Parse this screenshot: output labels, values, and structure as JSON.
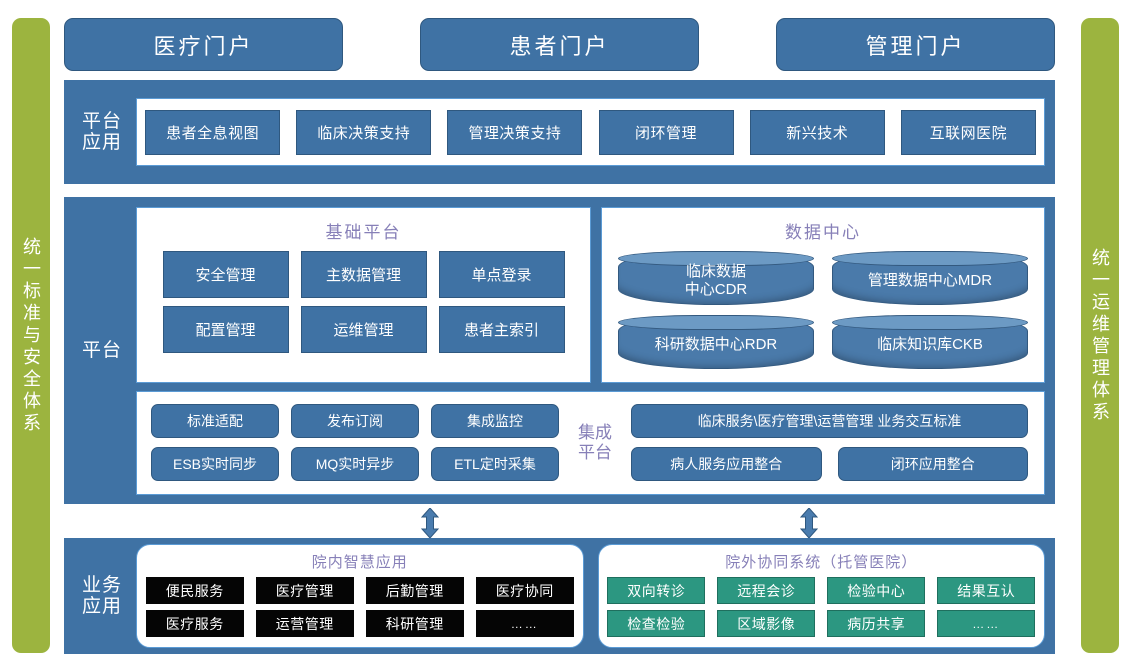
{
  "side_bars": {
    "left": {
      "text": "统一标准与安全体系",
      "color": "#9cb43f"
    },
    "right": {
      "text": "统一运维管理体系",
      "color": "#9cb43f"
    }
  },
  "portals": [
    {
      "label": "医疗门户"
    },
    {
      "label": "患者门户"
    },
    {
      "label": "管理门户"
    }
  ],
  "layers": {
    "platform_apps": {
      "label": "平台\n应用",
      "label_line1": "平台",
      "label_line2": "应用",
      "items": [
        {
          "label": "患者全息视图"
        },
        {
          "label": "临床决策支持"
        },
        {
          "label": "管理决策支持"
        },
        {
          "label": "闭环管理"
        },
        {
          "label": "新兴技术"
        },
        {
          "label": "互联网医院"
        }
      ]
    },
    "platform": {
      "label": "平台",
      "basic_platform": {
        "title": "基础平台",
        "items": [
          {
            "label": "安全管理"
          },
          {
            "label": "主数据管理"
          },
          {
            "label": "单点登录"
          },
          {
            "label": "配置管理"
          },
          {
            "label": "运维管理"
          },
          {
            "label": "患者主索引"
          }
        ]
      },
      "data_center": {
        "title": "数据中心",
        "items": [
          {
            "label": "临床数据\n中心CDR",
            "line1": "临床数据",
            "line2": "中心CDR"
          },
          {
            "label": "管理数据中心MDR",
            "line1": "管理数据中心MDR",
            "line2": ""
          },
          {
            "label": "科研数据中心RDR",
            "line1": "科研数据中心RDR",
            "line2": ""
          },
          {
            "label": "临床知识库CKB",
            "line1": "临床知识库CKB",
            "line2": ""
          }
        ]
      },
      "integration": {
        "label_line1": "集成",
        "label_line2": "平台",
        "left_items": [
          {
            "label": "标准适配"
          },
          {
            "label": "发布订阅"
          },
          {
            "label": "集成监控"
          },
          {
            "label": "ESB实时同步"
          },
          {
            "label": "MQ实时异步"
          },
          {
            "label": "ETL定时采集"
          }
        ],
        "right_items": [
          {
            "label": "临床服务\\医疗管理\\运营管理 业务交互标准"
          },
          {
            "label": "病人服务应用整合"
          },
          {
            "label": "闭环应用整合"
          }
        ]
      }
    },
    "business_apps": {
      "label_line1": "业务",
      "label_line2": "应用",
      "internal": {
        "title": "院内智慧应用",
        "items": [
          {
            "label": "便民服务"
          },
          {
            "label": "医疗管理"
          },
          {
            "label": "后勤管理"
          },
          {
            "label": "医疗协同"
          },
          {
            "label": "医疗服务"
          },
          {
            "label": "运营管理"
          },
          {
            "label": "科研管理"
          },
          {
            "label": "……"
          }
        ]
      },
      "external": {
        "title": "院外协同系统（托管医院）",
        "items": [
          {
            "label": "双向转诊"
          },
          {
            "label": "远程会诊"
          },
          {
            "label": "检验中心"
          },
          {
            "label": "结果互认"
          },
          {
            "label": "检查检验"
          },
          {
            "label": "区域影像"
          },
          {
            "label": "病历共享"
          },
          {
            "label": "……"
          }
        ]
      }
    }
  },
  "colors": {
    "primary_blue": "#3f72a4",
    "panel_border": "#5b9bd5",
    "title_purple": "#8780b8",
    "green": "#9cb43f",
    "teal": "#2c9781",
    "dark": "#050505"
  }
}
